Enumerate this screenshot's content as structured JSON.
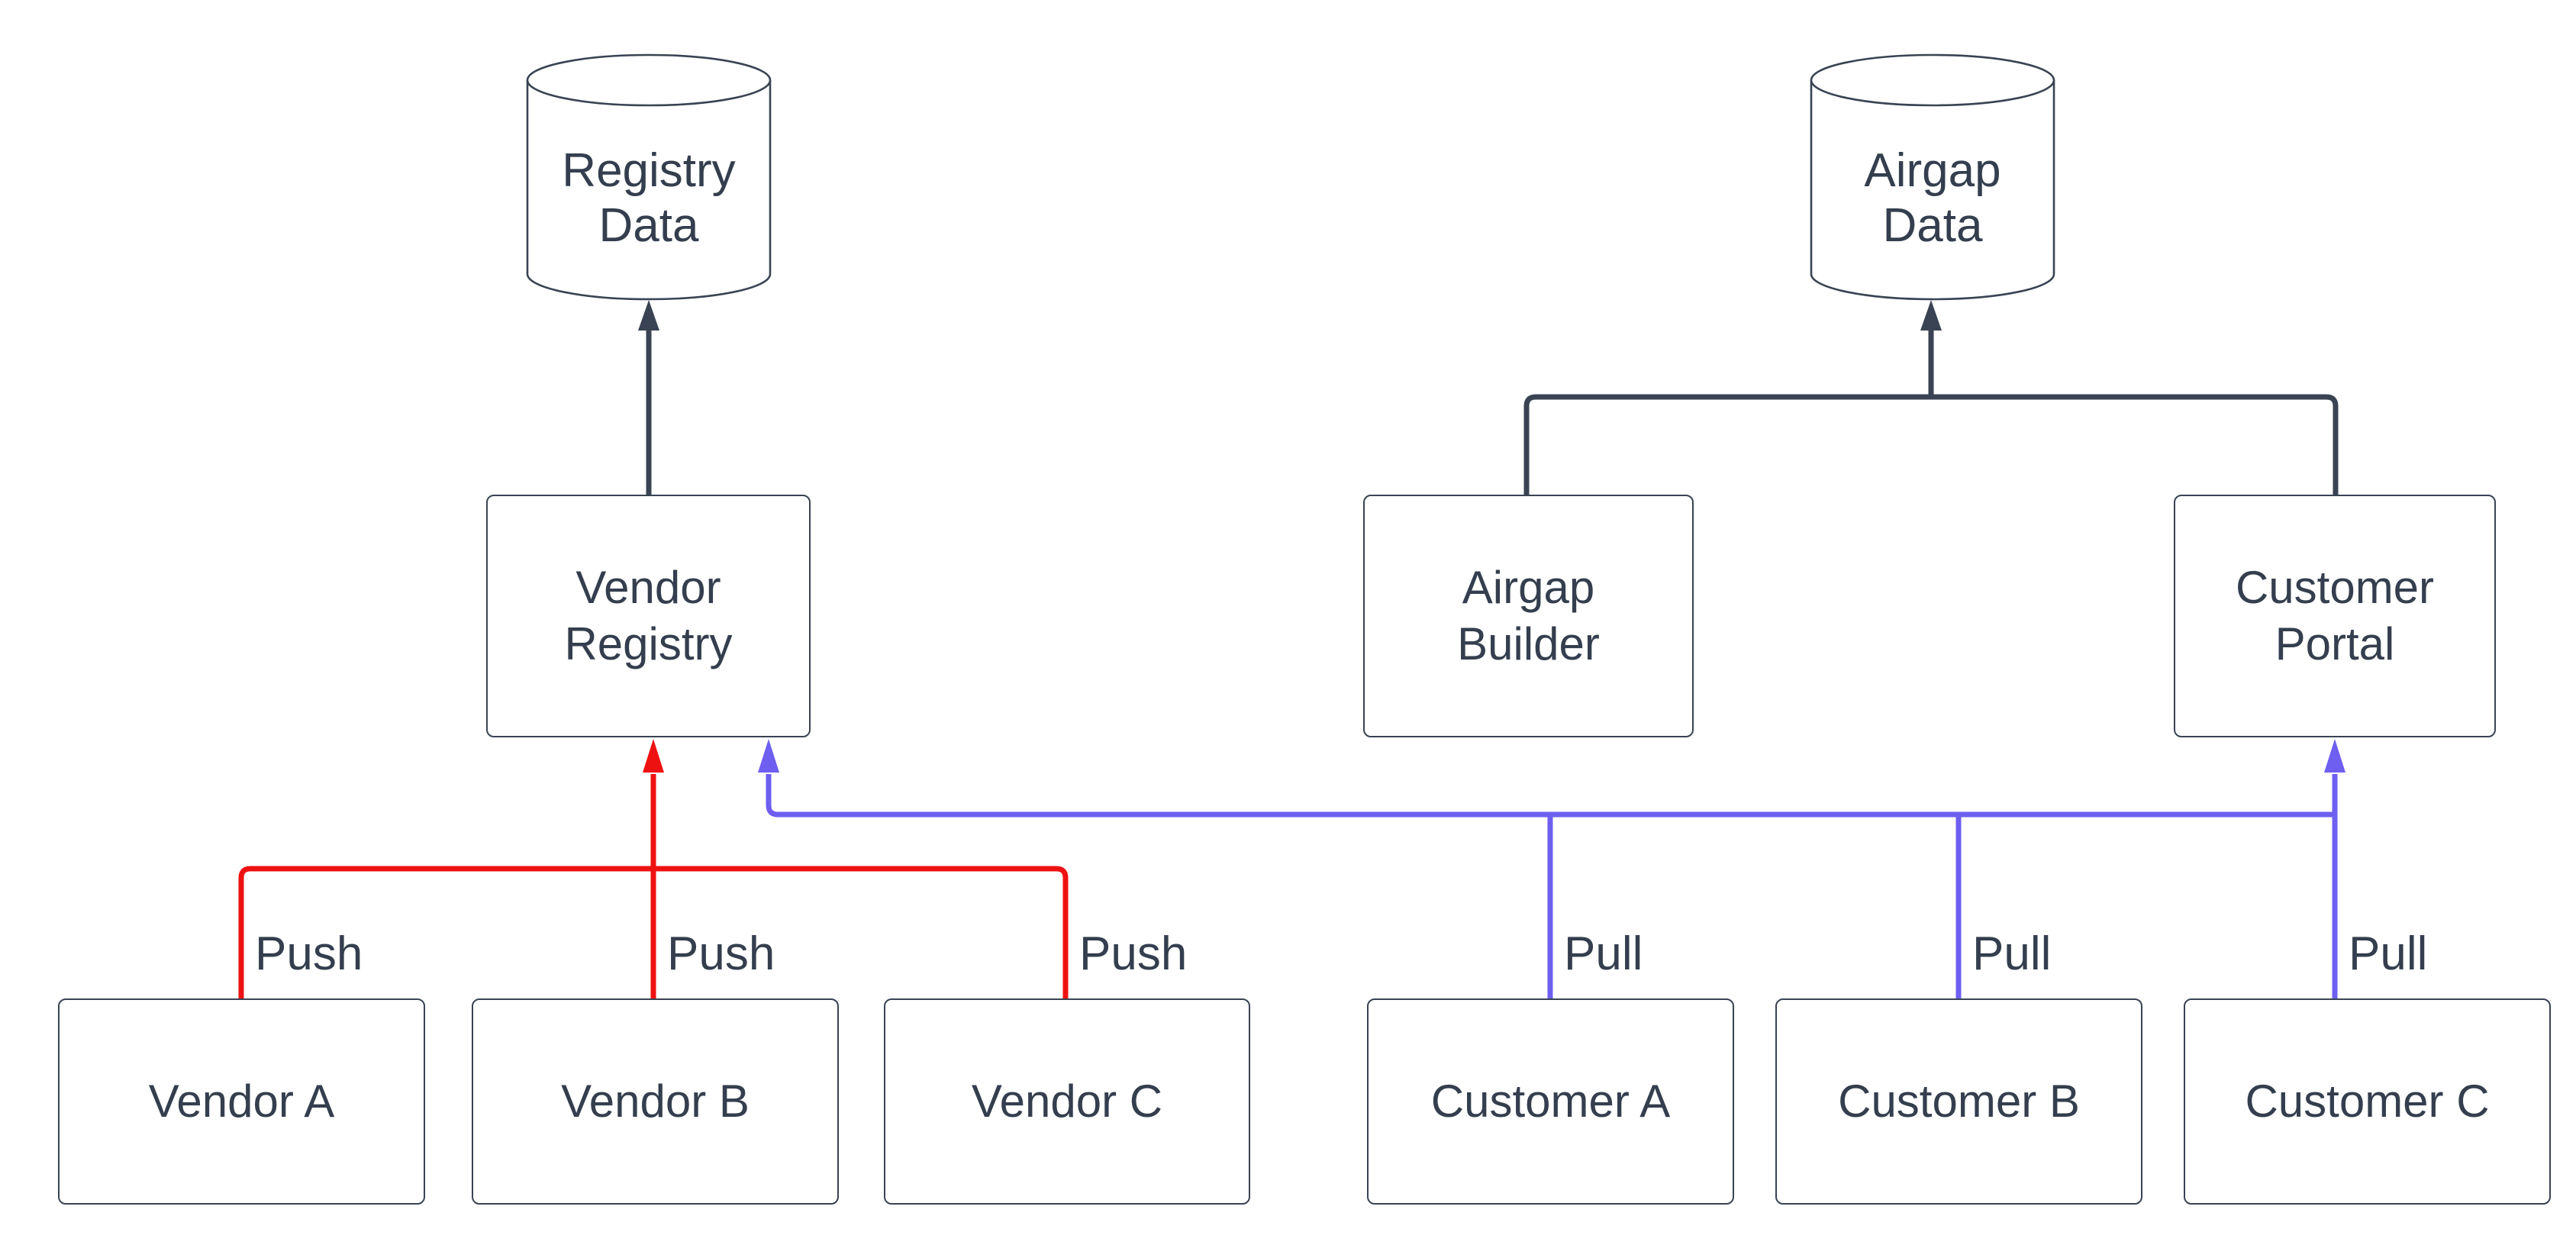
{
  "diagram_type": "flowchart",
  "background": "#ffffff",
  "colors": {
    "node_border": "#3a4353",
    "node_fill": "#ffffff",
    "text": "#343e4e",
    "push_edge": "#ee1111",
    "pull_edge": "#6e5ff0",
    "data_edge": "#3a4353"
  },
  "datastores": [
    {
      "id": "registry-data",
      "lines": [
        "Registry",
        "Data"
      ]
    },
    {
      "id": "airgap-data",
      "lines": [
        "Airgap",
        "Data"
      ]
    }
  ],
  "services": [
    {
      "id": "vendor-registry",
      "lines": [
        "Vendor",
        "Registry"
      ]
    },
    {
      "id": "airgap-builder",
      "lines": [
        "Airgap",
        "Builder"
      ]
    },
    {
      "id": "customer-portal",
      "lines": [
        "Customer",
        "Portal"
      ]
    }
  ],
  "endpoints": [
    {
      "id": "vendor-a",
      "label": "Vendor A"
    },
    {
      "id": "vendor-b",
      "label": "Vendor B"
    },
    {
      "id": "vendor-c",
      "label": "Vendor C"
    },
    {
      "id": "customer-a",
      "label": "Customer A"
    },
    {
      "id": "customer-b",
      "label": "Customer B"
    },
    {
      "id": "customer-c",
      "label": "Customer C"
    }
  ],
  "edges": [
    {
      "from": "Vendor A",
      "to": "Vendor Registry",
      "label": "Push",
      "color": "#ee1111"
    },
    {
      "from": "Vendor B",
      "to": "Vendor Registry",
      "label": "Push",
      "color": "#ee1111"
    },
    {
      "from": "Vendor C",
      "to": "Vendor Registry",
      "label": "Push",
      "color": "#ee1111"
    },
    {
      "from": "Customer A",
      "to": "Vendor Registry",
      "label": "Pull",
      "color": "#6e5ff0"
    },
    {
      "from": "Customer B",
      "to": "Vendor Registry",
      "label": "Pull",
      "color": "#6e5ff0"
    },
    {
      "from": "Customer C",
      "to": "Customer Portal",
      "label": "Pull",
      "color": "#6e5ff0"
    },
    {
      "from": "Vendor Registry",
      "to": "Registry Data",
      "label": "",
      "color": "#3a4353"
    },
    {
      "from": "Airgap Builder",
      "to": "Airgap Data",
      "label": "",
      "color": "#3a4353"
    },
    {
      "from": "Customer Portal",
      "to": "Airgap Data",
      "label": "",
      "color": "#3a4353"
    }
  ]
}
